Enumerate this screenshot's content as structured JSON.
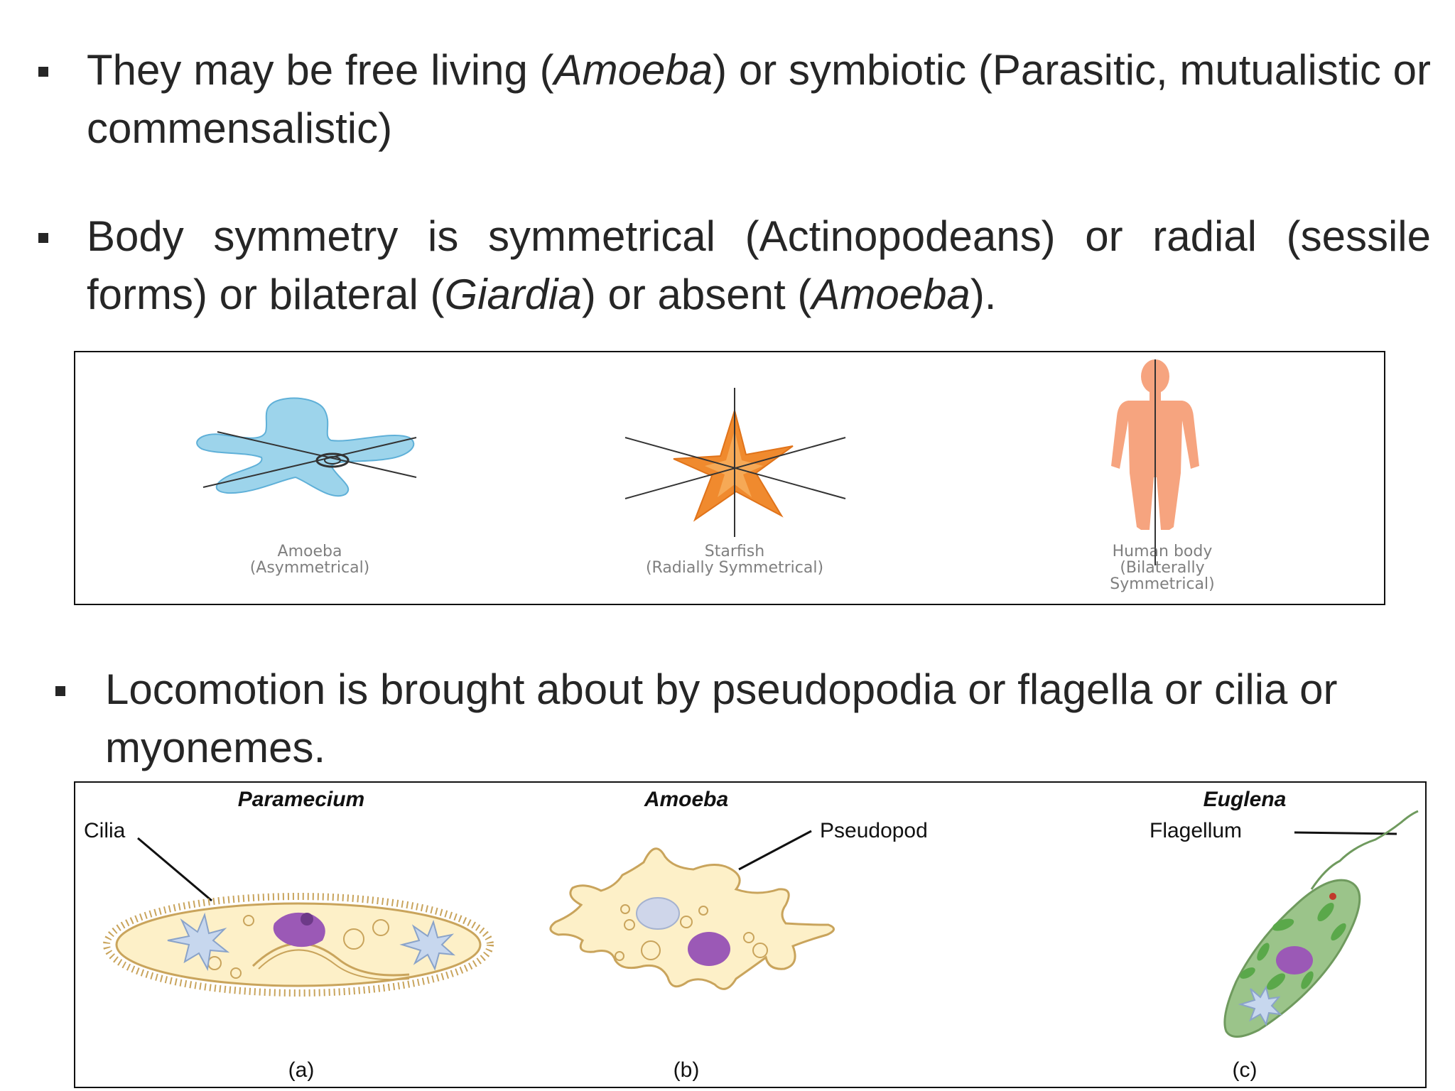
{
  "bullets": [
    {
      "segments": [
        {
          "text": "They may be free living ("
        },
        {
          "text": "Amoeba",
          "italic": true
        },
        {
          "text": ") or symbiotic (Parasitic, mutualistic or commensalistic)"
        }
      ]
    },
    {
      "segments": [
        {
          "text": "Body symmetry is symmetrical (Actinopodeans) or radial (sessile forms) or bilateral ("
        },
        {
          "text": "Giardia",
          "italic": true
        },
        {
          "text": ") or absent ("
        },
        {
          "text": "Amoeba",
          "italic": true
        },
        {
          "text": ")."
        }
      ]
    },
    {
      "segments": [
        {
          "text": "Locomotion is brought about by pseudopodia or flagella or cilia or myonemes."
        }
      ]
    }
  ],
  "symmetry_figure": {
    "amoeba": {
      "line1": "Amoeba",
      "line2": "(Asymmetrical)"
    },
    "starfish": {
      "line1": "Starfish",
      "line2": "(Radially Symmetrical)"
    },
    "human": {
      "line1": "Human body",
      "line2": "(Bilaterally",
      "line3": "Symmetrical)"
    }
  },
  "locomotion_figure": {
    "paramecium": {
      "title": "Paramecium",
      "label": "Cilia",
      "letter": "(a)"
    },
    "amoeba": {
      "title": "Amoeba",
      "label": "Pseudopod",
      "letter": "(b)"
    },
    "euglena": {
      "title": "Euglena",
      "label": "Flagellum",
      "letter": "(c)"
    }
  },
  "colors": {
    "amoeba_blue": "#7cc6e4",
    "starfish_orange": "#f08a2e",
    "skin": "#f6a47f",
    "cell_fill": "#fdf0c8",
    "cell_stroke": "#c9a45c",
    "nucleus": "#9b59b6",
    "euglena_green": "#9bc48a",
    "chloroplast": "#5aa84a"
  }
}
